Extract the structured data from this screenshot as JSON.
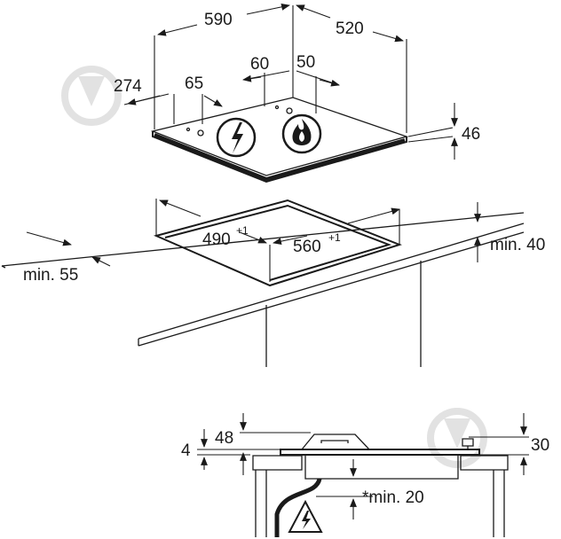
{
  "top_view": {
    "dimensions": {
      "width": "590",
      "depth": "520",
      "side_offset": "274",
      "knob_offset": "65",
      "burner_a": "60",
      "burner_b": "50",
      "height": "46"
    },
    "cutout": {
      "depth": "490",
      "depth_tolerance": "+1",
      "width": "560",
      "width_tolerance": "+1",
      "front_clearance": "min. 55",
      "back_clearance": "min. 40"
    }
  },
  "section_view": {
    "dimensions": {
      "left_thickness": "4",
      "left_height": "48",
      "right_height": "30",
      "bottom_clearance": "*min. 20"
    }
  },
  "icons": [
    "electric-hazard-icon",
    "gas-flame-icon",
    "electric-shock-warning-icon",
    "watermark-logo"
  ],
  "colors": {
    "line": "#1a1a1a",
    "watermark": "#e6e6e6",
    "background": "#ffffff"
  }
}
